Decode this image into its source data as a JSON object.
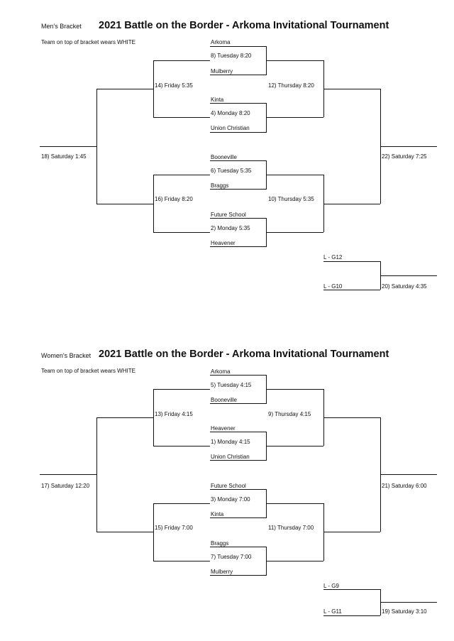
{
  "mens": {
    "bracket_label": "Men's Bracket",
    "title": "2021 Battle on the Border - Arkoma Invitational Tournament",
    "note": "Team on top of bracket wears WHITE",
    "teams": [
      "Arkoma",
      "Mulberry",
      "Kinta",
      "Union Christian",
      "Booneville",
      "Braggs",
      "Future School",
      "Heavener"
    ],
    "r1_games": [
      "8) Tuesday 8:20",
      "4) Monday 8:20",
      "6) Tuesday 5:35",
      "2) Monday 5:35"
    ],
    "qf_left": [
      "14) Friday 5:35",
      "16) Friday 8:20"
    ],
    "qf_right": [
      "12) Thursday 8:20",
      "10) Thursday 5:35"
    ],
    "semi_left": "18) Saturday 1:45",
    "semi_right": "22) Saturday 7:25",
    "consolation": {
      "top": "L - G12",
      "bottom": "L - G10",
      "game": "20) Saturday 4:35"
    }
  },
  "womens": {
    "bracket_label": "Women's Bracket",
    "title": "2021 Battle on the Border - Arkoma Invitational Tournament",
    "note": "Team on top of bracket wears WHITE",
    "teams": [
      "Arkoma",
      "Booneville",
      "Heavener",
      "Union Christian",
      "Future School",
      "Kinta",
      "Braggs",
      "Mulberry"
    ],
    "r1_games": [
      "5) Tuesday 4:15",
      "1) Monday 4:15",
      "3) Monday 7:00",
      "7) Tuesday 7:00"
    ],
    "qf_left": [
      "13) Friday 4:15",
      "15) Friday 7:00"
    ],
    "qf_right": [
      "9) Thursday 4:15",
      "11) Thursday 7:00"
    ],
    "semi_left": "17) Saturday 12:20",
    "semi_right": "21) Saturday 6:00",
    "consolation": {
      "top": "L - G9",
      "bottom": "L - G11",
      "game": "19) Saturday 3:10"
    }
  }
}
